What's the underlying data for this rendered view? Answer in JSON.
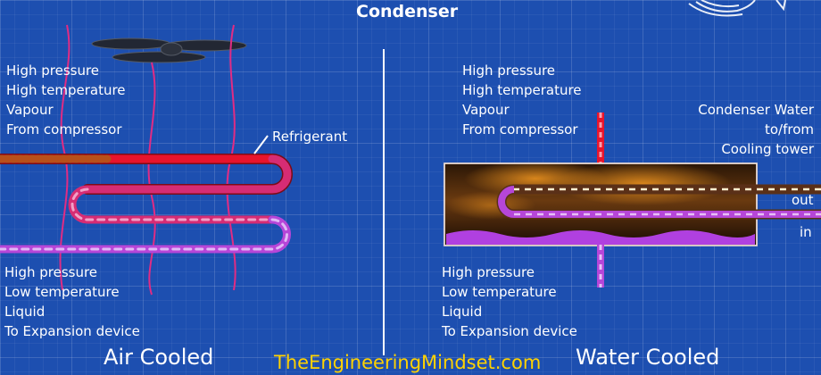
{
  "title": "Condenser",
  "air": {
    "inlet_lines": [
      "High pressure",
      "High temperature",
      "Vapour",
      "From compressor"
    ],
    "outlet_lines": [
      "High pressure",
      "Low temperature",
      "Liquid",
      "To Expansion device"
    ],
    "refrigerant_label": "Refrigerant",
    "caption": "Air Cooled"
  },
  "water": {
    "inlet_lines": [
      "High pressure",
      "High temperature",
      "Vapour",
      "From compressor"
    ],
    "outlet_lines": [
      "High pressure",
      "Low temperature",
      "Liquid",
      "To Expansion device"
    ],
    "condenser_water_lines": [
      "Condenser Water",
      "to/from",
      "Cooling tower"
    ],
    "out_label": "out",
    "in_label": "in",
    "caption": "Water Cooled"
  },
  "website": "TheEngineeringMindset.com",
  "colors": {
    "background": "#1d4fb0",
    "hot_refrigerant": "#e8142c",
    "warm_refrigerant": "#d62c74",
    "cool_refrigerant": "#b646d8",
    "water_out": "#f4b060",
    "water_in": "#b646d8",
    "brand_text": "#ffd200"
  }
}
